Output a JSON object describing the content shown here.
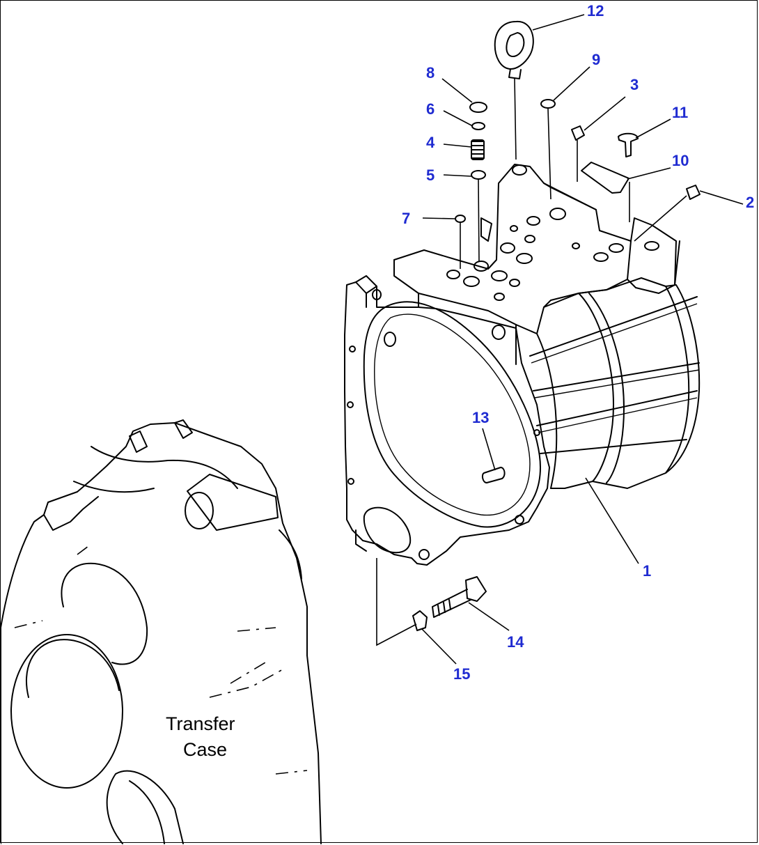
{
  "diagram": {
    "case_label": [
      "Transfer",
      "Case"
    ],
    "callouts": [
      "1",
      "2",
      "3",
      "4",
      "5",
      "6",
      "7",
      "8",
      "9",
      "10",
      "11",
      "12",
      "13",
      "14",
      "15"
    ],
    "callout_color": "#1f2bd1",
    "line_color": "#000000",
    "background": "#ffffff"
  }
}
